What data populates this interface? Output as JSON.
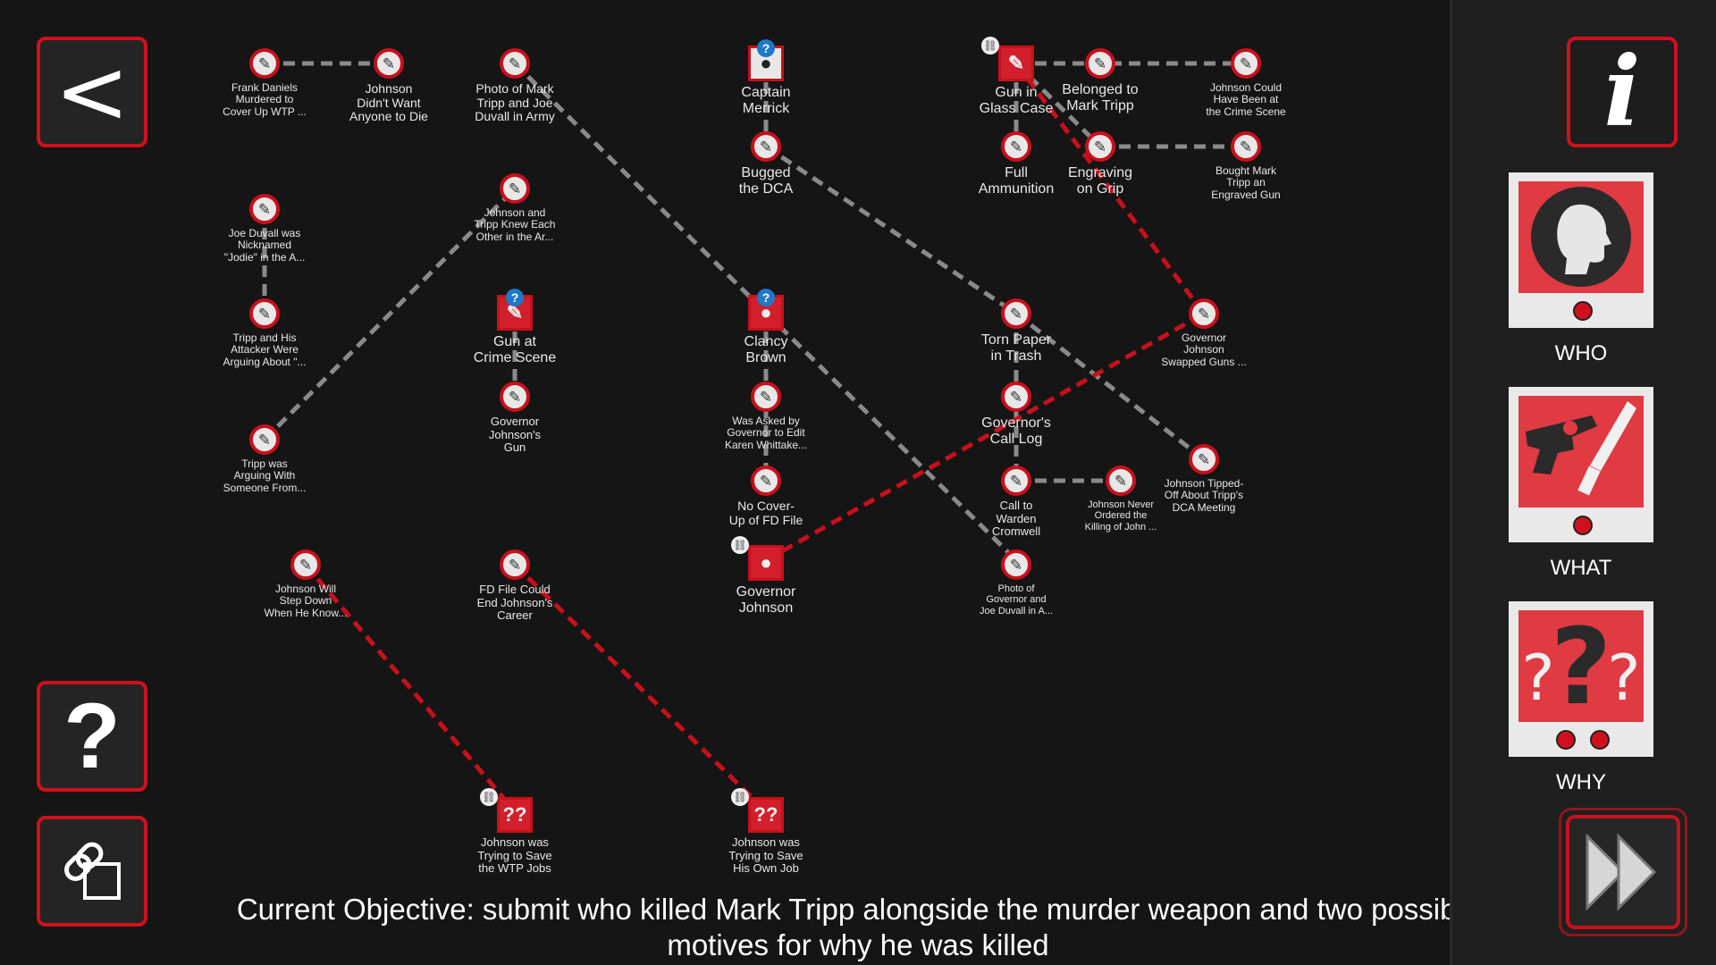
{
  "nav": {
    "back_label": "<",
    "info_label": "i",
    "help_label": "?"
  },
  "nodes": [
    {
      "id": "n1",
      "label": "Frank Daniels\nMurdered to\nCover Up WTP ...",
      "size": "s",
      "icon": "pin-icon"
    },
    {
      "id": "n2",
      "label": "Johnson\nDidn't Want\nAnyone to Die",
      "size": "m",
      "icon": "pin-icon"
    },
    {
      "id": "n3",
      "label": "Photo of Mark\nTripp and Joe\nDuvall in Army",
      "size": "m",
      "icon": "pin-icon"
    },
    {
      "id": "n4",
      "label": "Captain\nMerrick",
      "size": "m",
      "icon": "person-card-icon"
    },
    {
      "id": "n5",
      "label": "Bugged\nthe DCA",
      "size": "m",
      "icon": "pin-icon"
    },
    {
      "id": "n6",
      "label": "Gun in\nGlass Case",
      "size": "m",
      "icon": "weapon-card-icon"
    },
    {
      "id": "n7",
      "label": "Belonged to\nMark Tripp",
      "size": "m",
      "icon": "pin-icon"
    },
    {
      "id": "n8",
      "label": "Johnson Could\nHave Been at\nthe Crime Scene",
      "size": "s",
      "icon": "pin-icon"
    },
    {
      "id": "n9",
      "label": "Full\nAmmunition",
      "size": "m",
      "icon": "pin-icon"
    },
    {
      "id": "n10",
      "label": "Engraving\non Grip",
      "size": "m",
      "icon": "pin-icon"
    },
    {
      "id": "n11",
      "label": "Bought Mark\nTripp an\nEngraved Gun",
      "size": "s",
      "icon": "pin-icon"
    },
    {
      "id": "n12",
      "label": "Joe Duvall was\nNicknamed\n\"Jodie\" in the A...",
      "size": "s",
      "icon": "pin-icon"
    },
    {
      "id": "n13",
      "label": "Johnson and\nTripp Knew Each\nOther in the Ar...",
      "size": "s",
      "icon": "pin-icon"
    },
    {
      "id": "n14",
      "label": "Tripp and His\nAttacker Were\nArguing About \"...",
      "size": "s",
      "icon": "pin-icon"
    },
    {
      "id": "n15",
      "label": "Gun at\nCrime Scene",
      "size": "m",
      "icon": "weapon-card-icon"
    },
    {
      "id": "n16",
      "label": "Clancy\nBrown",
      "size": "m",
      "icon": "person-card-icon"
    },
    {
      "id": "n17",
      "label": "Torn Paper\nin Trash",
      "size": "m",
      "icon": "pin-icon"
    },
    {
      "id": "n18",
      "label": "Governor\nJohnson\nSwapped Guns ...",
      "size": "s",
      "icon": "pin-icon"
    },
    {
      "id": "n19",
      "label": "Governor\nJohnson's\nGun",
      "size": "s",
      "icon": "pin-icon"
    },
    {
      "id": "n20",
      "label": "Was Asked by\nGovernor to Edit\nKaren Whittake...",
      "size": "s",
      "icon": "pin-icon"
    },
    {
      "id": "n21",
      "label": "Governor's\nCall Log",
      "size": "m",
      "icon": "pin-icon"
    },
    {
      "id": "n22",
      "label": "Tripp was\nArguing With\nSomeone From...",
      "size": "s",
      "icon": "pin-icon"
    },
    {
      "id": "n23",
      "label": "Johnson Tipped-\nOff About Tripp's\nDCA Meeting",
      "size": "s",
      "icon": "pin-icon"
    },
    {
      "id": "n24",
      "label": "No Cover-\nUp of FD File",
      "size": "m",
      "icon": "pin-icon"
    },
    {
      "id": "n25",
      "label": "Call to\nWarden\nCromwell",
      "size": "s",
      "icon": "pin-icon"
    },
    {
      "id": "n26",
      "label": "Johnson Never\nOrdered the\nKilling of John ...",
      "size": "s",
      "icon": "pin-icon"
    },
    {
      "id": "n27",
      "label": "Governor\nJohnson",
      "size": "m",
      "icon": "person-card-icon"
    },
    {
      "id": "n28",
      "label": "Photo of\nGovernor and\nJoe Duvall in A...",
      "size": "s",
      "icon": "pin-icon"
    },
    {
      "id": "n29",
      "label": "Johnson Will\nStep Down\nWhen He Know...",
      "size": "s",
      "icon": "pin-icon"
    },
    {
      "id": "n30",
      "label": "FD File Could\nEnd Johnson's\nCareer",
      "size": "s",
      "icon": "pin-icon"
    },
    {
      "id": "n31",
      "label": "Johnson was\nTrying to Save\nthe WTP Jobs",
      "size": "s",
      "icon": "motive-card-icon"
    },
    {
      "id": "n32",
      "label": "Johnson was\nTrying to Save\nHis Own Job",
      "size": "s",
      "icon": "motive-card-icon"
    }
  ],
  "objective": "Current Objective: submit who killed Mark Tripp alongside the murder weapon and two possible motives for why he was killed",
  "sidebar": {
    "slots": [
      {
        "label": "WHO",
        "icon": "head-silhouette-icon"
      },
      {
        "label": "WHAT",
        "icon": "gun-knife-icon"
      },
      {
        "label": "WHY",
        "icon": "question-marks-icon"
      }
    ]
  },
  "colors": {
    "accent_red": "#c8101c",
    "link_grey": "#8a8a8a",
    "background": "#151515",
    "badge_blue": "#1f78c8"
  }
}
